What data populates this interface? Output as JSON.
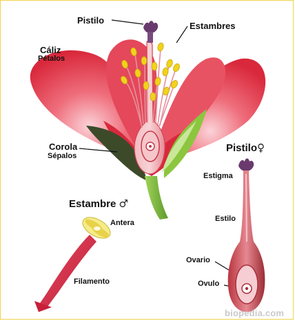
{
  "labels": {
    "pistilo_top": "Pistilo",
    "estambres": "Estambres",
    "caliz": "Cáliz",
    "petalos": "Pétalos",
    "corola": "Corola",
    "sepalos": "Sépalos",
    "pistilo_right": "Pistilo",
    "female_symbol": "♀",
    "estigma": "Estigma",
    "estilo": "Estilo",
    "ovario": "Ovario",
    "ovulo": "Ovulo",
    "estambre": "Estambre",
    "male_symbol": "♂",
    "antera": "Antera",
    "filamento": "Filamento"
  },
  "watermark": "biopedia.com",
  "colors": {
    "petal": "#e23a4a",
    "petal_light": "#f7a9b1",
    "anther": "#f2d21b",
    "stem": "#7fbf3a",
    "sepal_dark": "#3d4a2a",
    "stigma": "#6a3a6e",
    "frame": "#f0d24a"
  }
}
